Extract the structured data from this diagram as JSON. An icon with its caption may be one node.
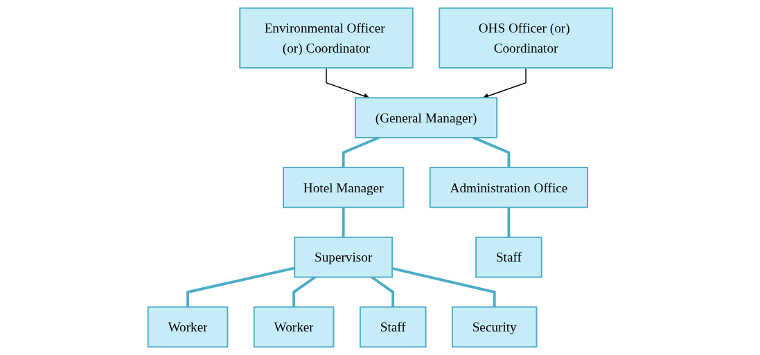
{
  "diagram": {
    "nodes": [
      {
        "text": [
          "Environmental Officer (or) Coordinator"
        ]
      },
      {
        "text": [
          "(General Manager)"
        ]
      },
      {
        "text": [
          "OHS Officer (or) Coordinator"
        ]
      },
      {
        "text": [
          "Hotel Manager"
        ]
      },
      {
        "text": [
          "Administration Office"
        ]
      },
      {
        "text": [
          "Supervisor"
        ]
      },
      {
        "text": [
          "Staff"
        ]
      },
      {
        "text": [
          "Worker"
        ]
      },
      {
        "text": [
          "Worker"
        ]
      },
      {
        "text": [
          "Staff"
        ]
      },
      {
        "text": [
          "Security"
        ]
      }
    ],
    "edges": [
      {
        "from": 0,
        "to": 1,
        "arrow": "to",
        "color": "#000000"
      },
      {
        "from": 2,
        "to": 1,
        "arrow": "to",
        "color": "#000000"
      },
      {
        "from": 1,
        "to": 3,
        "arrow": "none"
      },
      {
        "from": 1,
        "to": 4,
        "arrow": "none"
      },
      {
        "from": 3,
        "to": 5,
        "arrow": "none"
      },
      {
        "from": 4,
        "to": 6,
        "arrow": "none"
      },
      {
        "from": 5,
        "to": 7,
        "arrow": "none"
      },
      {
        "from": 5,
        "to": 8,
        "arrow": "none"
      },
      {
        "from": 5,
        "to": 9,
        "arrow": "none"
      },
      {
        "from": 5,
        "to": 10,
        "arrow": "none"
      }
    ]
  }
}
